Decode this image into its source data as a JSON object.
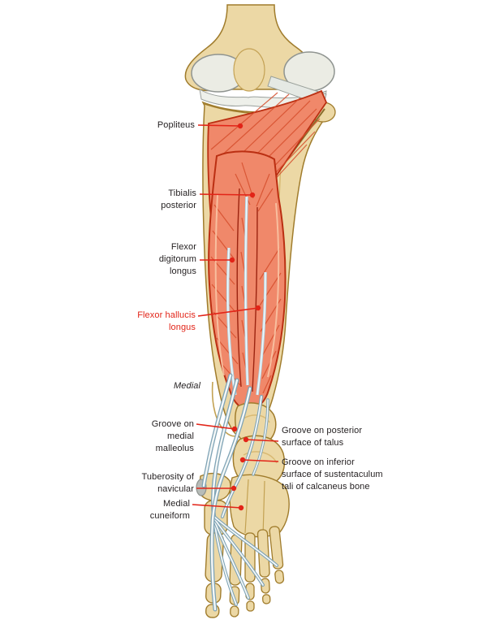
{
  "figure": {
    "type": "anatomical-diagram",
    "subject": "Deep posterior compartment muscles of the leg, posterior view",
    "labels": {
      "popliteus": {
        "text": "Popliteus"
      },
      "tibialis_posterior": {
        "text": "Tibialis\nposterior"
      },
      "flexor_digitorum_longus": {
        "text": "Flexor\ndigitorum\nlongus"
      },
      "flexor_hallucis_longus": {
        "text": "Flexor hallucis\nlongus"
      },
      "medial": {
        "text": "Medial"
      },
      "groove_medial_malleolus": {
        "text": "Groove on\nmedial\nmalleolus"
      },
      "groove_talus": {
        "text": "Groove on posterior\nsurface of talus"
      },
      "groove_sustentaculum": {
        "text": "Groove on inferior\nsurface of sustentaculum\ntali of calcaneus bone"
      },
      "tuberosity_navicular": {
        "text": "Tuberosity of\nnavicular"
      },
      "medial_cuneiform": {
        "text": "Medial\ncuneiform"
      }
    },
    "colors": {
      "highlight_label": "#e22418",
      "leader_line": "#e22418",
      "label_text": "#231f20",
      "muscle_fill": "#f0886a",
      "muscle_outline": "#bb2f12",
      "bone_fill": "#ecd8a5",
      "bone_outline": "#9c7a2e",
      "cartilage_fill": "#ebece4",
      "tendon_outline": "#7fa3b5",
      "background": "#ffffff"
    }
  }
}
